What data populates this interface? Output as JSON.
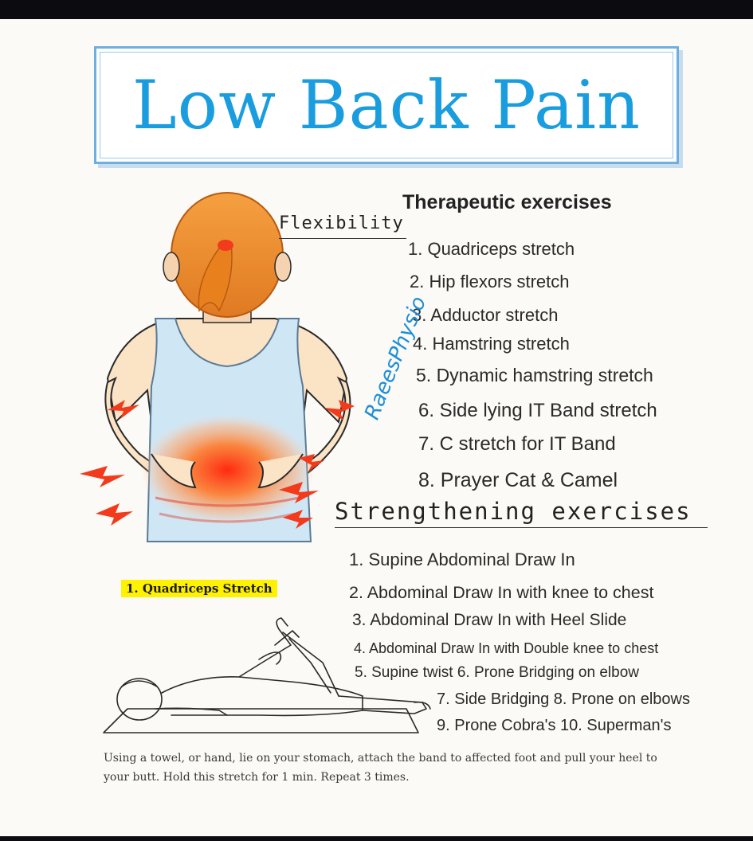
{
  "title": "Low Back Pain",
  "therapeutic_heading": "Therapeutic exercises",
  "flexibility": {
    "heading": "Flexibility",
    "items": [
      "1. Quadriceps stretch",
      "2. Hip flexors stretch",
      "3. Adductor stretch",
      "4. Hamstring stretch",
      "5. Dynamic hamstring stretch",
      "6. Side lying IT Band stretch",
      "7. C stretch for IT Band",
      "8. Prayer Cat & Camel"
    ]
  },
  "strengthening": {
    "heading": "Strengthening exercises",
    "items": [
      "1. Supine Abdominal Draw In",
      "2. Abdominal Draw In with knee to chest",
      "3. Abdominal Draw In with Heel Slide",
      "4. Abdominal Draw In with Double knee to chest",
      "5. Supine twist   6. Prone Bridging on elbow",
      "7. Side Bridging 8. Prone on elbows",
      "9. Prone Cobra's 10. Superman's"
    ]
  },
  "watermark": "RaeesPhysio",
  "quad_stretch_label": "1. Quadriceps Stretch",
  "instructions": [
    "Using a towel, or hand, lie on your stomach, attach the band to affected foot and pull your heel to",
    "your butt. Hold this stretch for 1 min. Repeat 3 times."
  ],
  "colors": {
    "title": "#1a9ddf",
    "frame": "#6bb0e0",
    "pain": "#f23a1c",
    "highlight": "#fff200",
    "watermark": "#1f8ed6"
  }
}
